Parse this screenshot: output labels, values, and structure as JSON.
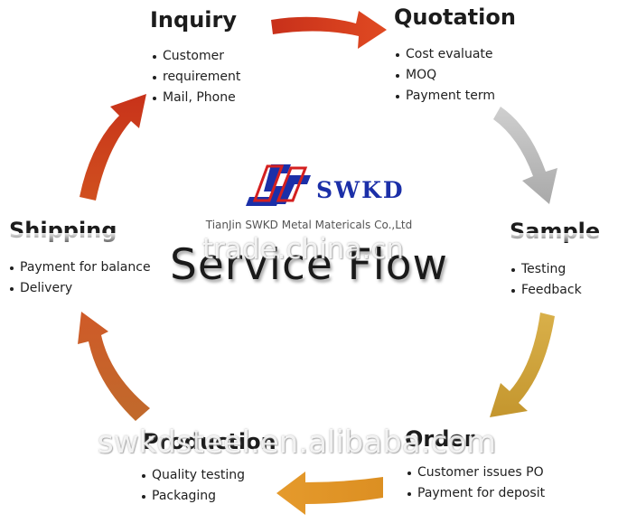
{
  "logo": {
    "text": "SWKD",
    "company": "TianJin SWKD Metal Matericals Co.,Ltd"
  },
  "center_title": "Service Flow",
  "watermarks": {
    "top": "trade.china.cn",
    "bottom": "swkdsteel.en.alibaba.com"
  },
  "colors": {
    "arrow_red": "#d23a1c",
    "arrow_gray": "#bdbdbd",
    "arrow_gold": "#c9a23c",
    "arrow_orange": "#d98a2a",
    "arrow_brown": "#c06a2c",
    "logo_blue": "#1b2fa8",
    "logo_red": "#d42020"
  },
  "stages": [
    {
      "title": "Inquiry",
      "items": [
        "Customer",
        "requirement",
        "Mail, Phone"
      ]
    },
    {
      "title": "Quotation",
      "items": [
        "Cost evaluate",
        "MOQ",
        "Payment term"
      ]
    },
    {
      "title": "Sample",
      "items": [
        "Testing",
        "Feedback"
      ]
    },
    {
      "title": "Order",
      "items": [
        "Customer issues PO",
        "Payment for deposit"
      ]
    },
    {
      "title": "Production",
      "items": [
        "Quality testing",
        "Packaging"
      ]
    },
    {
      "title": "Shipping",
      "items": [
        "Payment for balance",
        "Delivery"
      ]
    }
  ]
}
